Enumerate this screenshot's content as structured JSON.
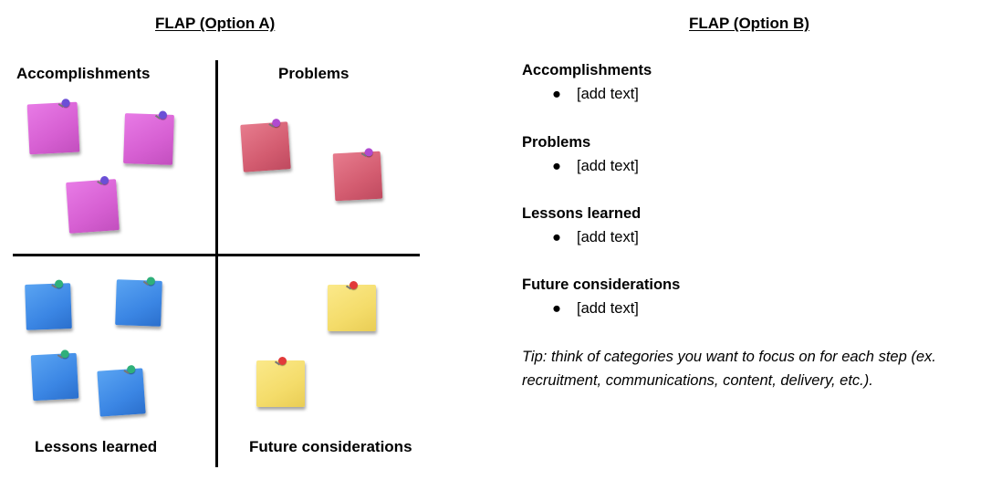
{
  "option_a": {
    "heading": "FLAP (Option A)",
    "quadrants": {
      "accomplishments": "Accomplishments",
      "problems": "Problems",
      "lessons": "Lessons learned",
      "future": "Future considerations"
    },
    "note_colors": {
      "accomplishments": "#d65fd2",
      "problems": "#d35c70",
      "lessons": "#3b86e4",
      "future": "#f4dc6a"
    }
  },
  "option_b": {
    "heading": "FLAP (Option B)",
    "bullet": "●",
    "sections": [
      {
        "title": "Accomplishments",
        "item": "[add text]"
      },
      {
        "title": "Problems",
        "item": "[add text]"
      },
      {
        "title": "Lessons learned",
        "item": "[add text]"
      },
      {
        "title": "Future considerations",
        "item": "[add text]"
      }
    ],
    "tip": "Tip: think of categories you want to focus on for each step (ex. recruitment, communications, content, delivery, etc.)."
  }
}
